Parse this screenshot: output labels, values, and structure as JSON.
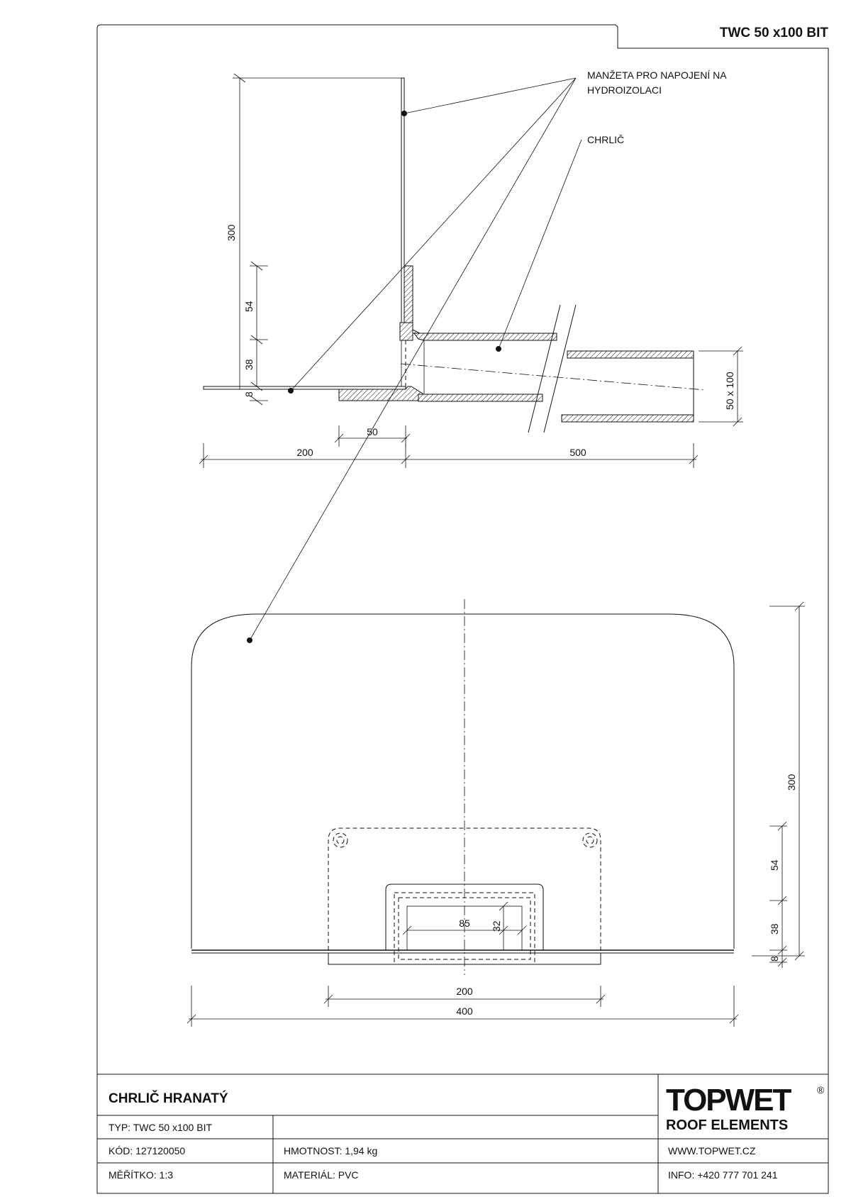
{
  "header": {
    "code_label": "TWC 50 x100 BIT"
  },
  "callouts": {
    "cuff_line1": "MANŽETA PRO NAPOJENÍ NA",
    "cuff_line2": "HYDROIZOLACI",
    "spout": "CHRLIČ"
  },
  "section_dims": {
    "height_total": "300",
    "height_54": "54",
    "height_38": "38",
    "height_8": "8",
    "width_50": "50",
    "width_200": "200",
    "width_500": "500",
    "pipe_size": "50 x 100"
  },
  "plan_dims": {
    "opening_85": "85",
    "opening_32": "32",
    "width_200": "200",
    "width_400": "400",
    "height_300": "300",
    "height_54": "54",
    "height_38": "38",
    "height_8": "8"
  },
  "title_block": {
    "title": "CHRLIČ HRANATÝ",
    "typ": "TYP: TWC 50 x100 BIT",
    "kod": "KÓD: 127120050",
    "meritko": "MĚŘÍTKO: 1:3",
    "hmotnost": "HMOTNOST:  1,94 kg",
    "material": "MATERIÁL: PVC",
    "web": "WWW.TOPWET.CZ",
    "info": "INFO: +420 777 701 241",
    "logo_main": "TOPWET",
    "logo_reg": "®",
    "logo_sub": "ROOF ELEMENTS"
  },
  "colors": {
    "ink": "#111111",
    "paper": "#ffffff"
  }
}
